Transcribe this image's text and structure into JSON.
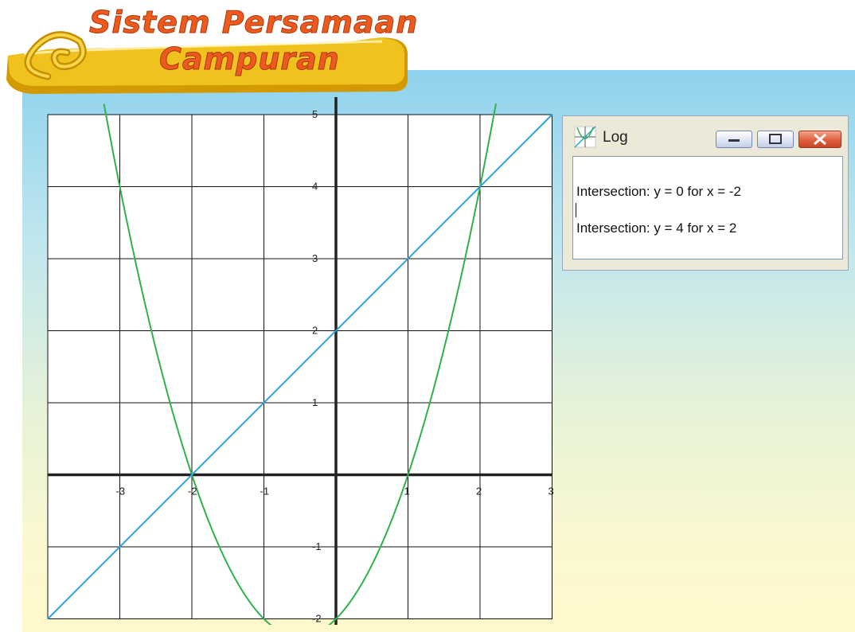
{
  "banner": {
    "title_line1": "Sistem Persamaan",
    "title_line2": "Campuran",
    "colors": {
      "title": "#ee5a1e",
      "ribbon": "#e8b800",
      "swirl": "#d8a400"
    }
  },
  "graph": {
    "x_ticks": [
      "-3",
      "-2",
      "-1",
      "1",
      "2",
      "3"
    ],
    "y_ticks": [
      "5",
      "4",
      "3",
      "2",
      "1",
      "-1",
      "-2"
    ],
    "x_tick_values": [
      -3,
      -2,
      -1,
      1,
      2,
      3
    ],
    "y_tick_values": [
      5,
      4,
      3,
      2,
      1,
      -1,
      -2
    ],
    "xlim": [
      -4,
      3
    ],
    "ylim": [
      -2,
      5
    ],
    "line": {
      "slope": 1,
      "intercept": 2,
      "color": "#2aa3dc"
    },
    "parabola": {
      "a": 1,
      "b": 1,
      "c": -2,
      "color": "#2fb24a"
    }
  },
  "log_window": {
    "title": "Log",
    "icon": "graph-app-icon",
    "lines": [
      "Intersection: y = 0 for x = -2",
      "Intersection: y = 4 for x = 2"
    ]
  }
}
